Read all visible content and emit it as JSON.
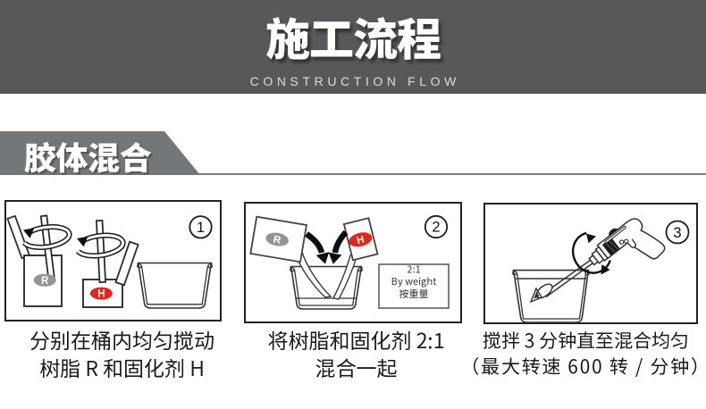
{
  "header": {
    "title": "施工流程",
    "subtitle": "CONSTRUCTION FLOW"
  },
  "section": {
    "label": "胶体混合"
  },
  "steps": [
    {
      "number": "1",
      "caption_line1": "分别在桶内均匀搅动",
      "caption_line2": "树脂 R 和固化剂 H",
      "resin_label": "R",
      "hardener_label": "H"
    },
    {
      "number": "2",
      "caption_line1": "将树脂和固化剂 2:1",
      "caption_line2": "混合一起",
      "resin_label": "R",
      "hardener_label": "H",
      "ratio_box": {
        "line1": "2:1",
        "line2": "By weight",
        "line3": "按重量"
      }
    },
    {
      "number": "3",
      "caption_line1": "搅拌 3 分钟直至混合均匀",
      "caption_line2": "（最大转速 600 转 / 分钟）"
    }
  ],
  "colors": {
    "header_bg": "#58585a",
    "band_gray": "#747779",
    "rule_gray": "#7b7f82",
    "resin_gray": "#949494",
    "hardener_red": "#e4251e",
    "ink": "#1a1a1a",
    "stroke": "#2d2d2d"
  }
}
